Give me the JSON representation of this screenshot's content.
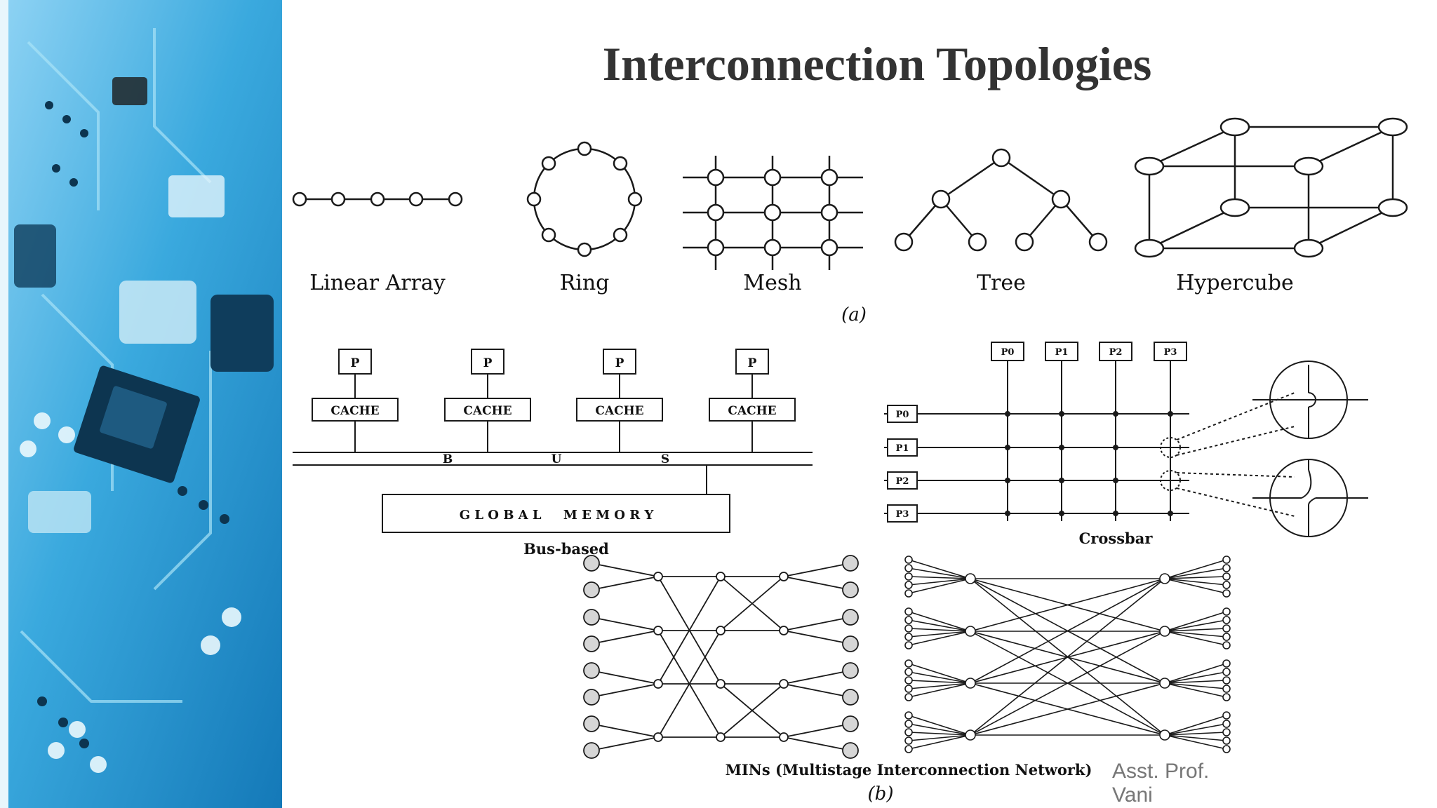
{
  "slide": {
    "title": "Interconnection Topologies",
    "author_line1": "Asst. Prof.",
    "author_line2": "Vani"
  },
  "part_a": {
    "caption": "(a)",
    "labels": {
      "linear": "Linear Array",
      "ring": "Ring",
      "mesh": "Mesh",
      "tree": "Tree",
      "hypercube": "Hypercube"
    }
  },
  "part_b": {
    "caption": "(b)",
    "bus": {
      "label": "Bus-based",
      "processor": "P",
      "cache": "CACHE",
      "bus_letters": [
        "B",
        "U",
        "S"
      ],
      "memory": "G L O B A L     M E M O R Y"
    },
    "crossbar": {
      "label": "Crossbar",
      "columns": [
        "P0",
        "P1",
        "P2",
        "P3"
      ],
      "rows": [
        "P0",
        "P1",
        "P2",
        "P3"
      ]
    },
    "mins": {
      "label": "MINs (Multistage Interconnection Network)"
    }
  },
  "colors": {
    "title": "#333333",
    "line": "#1a1a1a",
    "author": "#777777",
    "sidebar_blue": "#2a9fd6"
  }
}
